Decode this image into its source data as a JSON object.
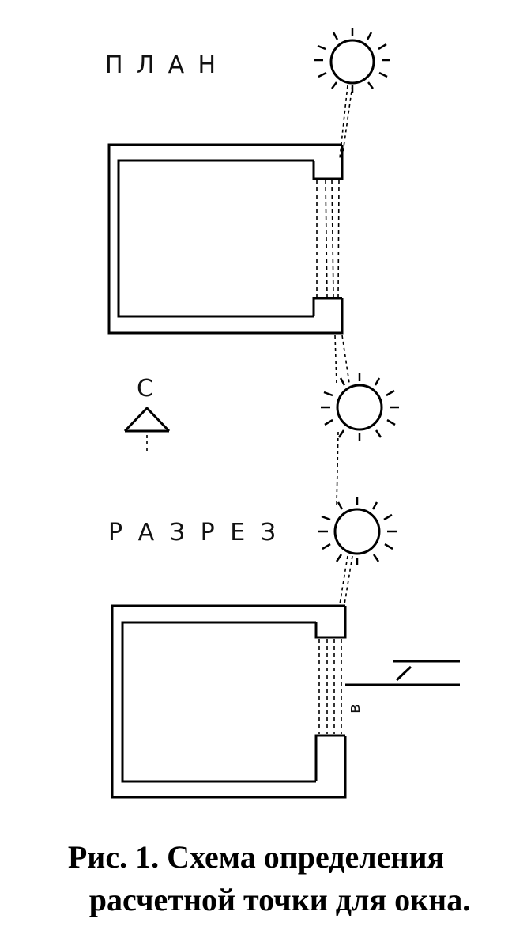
{
  "diagram": {
    "plan_label": "ПЛАН",
    "section_label": "РАЗРЕЗ",
    "north_label": "С",
    "point_label": "в"
  },
  "caption": {
    "line1": "Рис. 1. Схема определения",
    "line2": "расчетной точки для окна."
  },
  "colors": {
    "ink": "#000000",
    "paper": "#ffffff"
  }
}
